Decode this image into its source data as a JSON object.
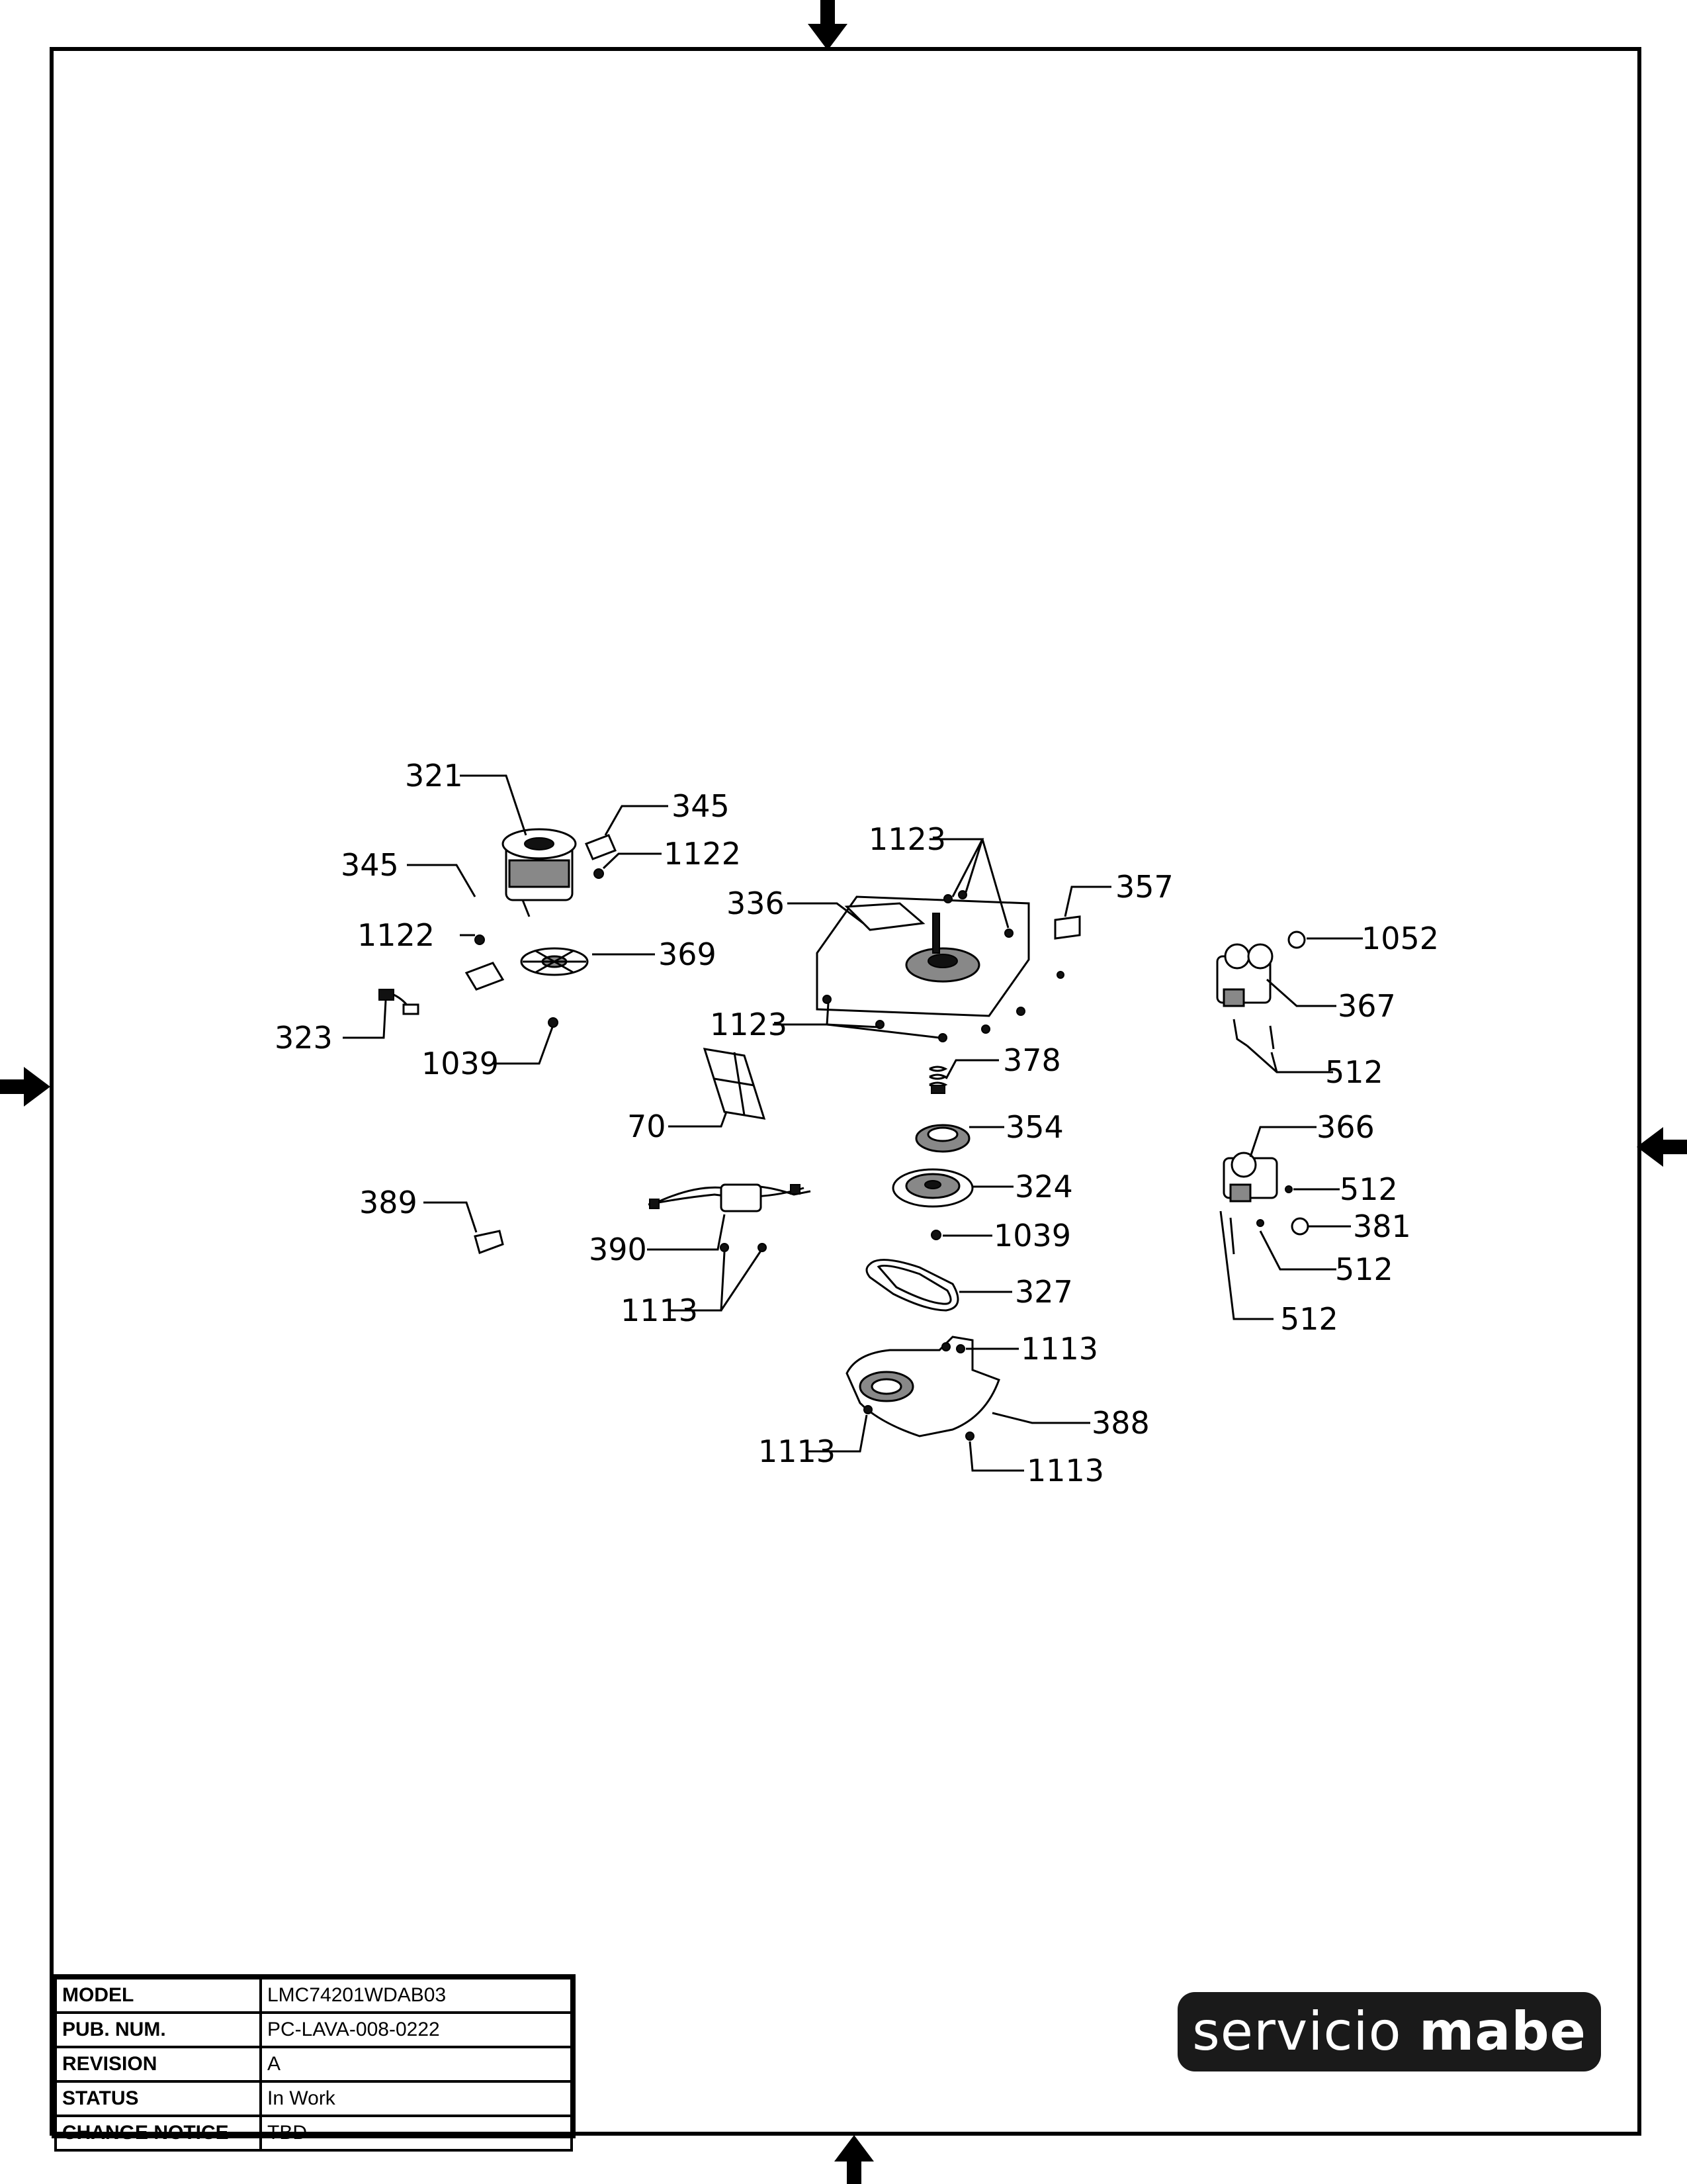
{
  "title_block": {
    "rows": [
      {
        "label": "MODEL",
        "value": "LMC74201WDAB03"
      },
      {
        "label": "PUB. NUM.",
        "value": "PC-LAVA-008-0222"
      },
      {
        "label": "REVISION",
        "value": "A"
      },
      {
        "label": "STATUS",
        "value": "In Work"
      },
      {
        "label": "CHANGE NOTICE",
        "value": "TBD"
      }
    ]
  },
  "brand": {
    "word1": "servicio",
    "word2": "mabe"
  },
  "callouts": {
    "c321": "321",
    "c345a": "345",
    "c345b": "345",
    "c1122a": "1122",
    "c1122b": "1122",
    "c369": "369",
    "c323": "323",
    "c1039a": "1039",
    "c1123a": "1123",
    "c1123b": "1123",
    "c336": "336",
    "c357": "357",
    "c1052": "1052",
    "c367": "367",
    "c512a": "512",
    "c378": "378",
    "c70": "70",
    "c354": "354",
    "c366": "366",
    "c324": "324",
    "c512b": "512",
    "c389": "389",
    "c1039b": "1039",
    "c381": "381",
    "c390": "390",
    "c512c": "512",
    "c327": "327",
    "c1113a": "1113",
    "c512d": "512",
    "c1113b": "1113",
    "c388": "388",
    "c1113c": "1113",
    "c1113d": "1113"
  }
}
